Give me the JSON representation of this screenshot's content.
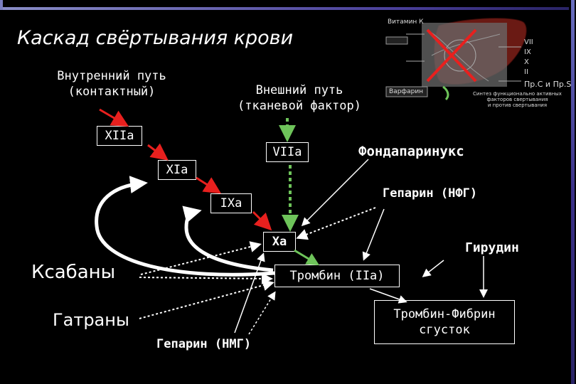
{
  "title": "Каскад свёртывания крови",
  "intrinsic_path": {
    "line1": "Внутренний путь",
    "line2": "(контактный)"
  },
  "extrinsic_path": {
    "line1": "Внешний путь",
    "line2": "(тканевой фактор)"
  },
  "factors": {
    "XIIa": "XIIa",
    "XIa": "XIa",
    "VIIa": "VIIa",
    "IXa": "IXa",
    "Xa": "Xa"
  },
  "thrombin": "Тромбин (IIa)",
  "clot": {
    "line1": "Тромбин-Фибрин",
    "line2": "сгусток"
  },
  "inhibitors": {
    "fondaparinux": "Фондапаринукс",
    "heparin_ufh": "Гепарин (НФГ)",
    "hirudin": "Гирудин",
    "xabans": "Ксабаны",
    "gatrans": "Гатраны",
    "heparin_lmwh": "Гепарин (НМГ)"
  },
  "inset": {
    "vitamin_k": "Витамин К",
    "warfarin": "Варфарин",
    "factors": [
      "VII",
      "IX",
      "X",
      "II"
    ],
    "proteins": "Пр.С и Пр.S",
    "caption_line1": "Синтез функционально активных",
    "caption_line2": "факторов свертывания",
    "caption_line3": "и против свертывания"
  },
  "colors": {
    "red_arrow": "#e8201e",
    "green_arrow": "#6ec45a",
    "white": "#ffffff",
    "frame": "#4a3f9a"
  }
}
